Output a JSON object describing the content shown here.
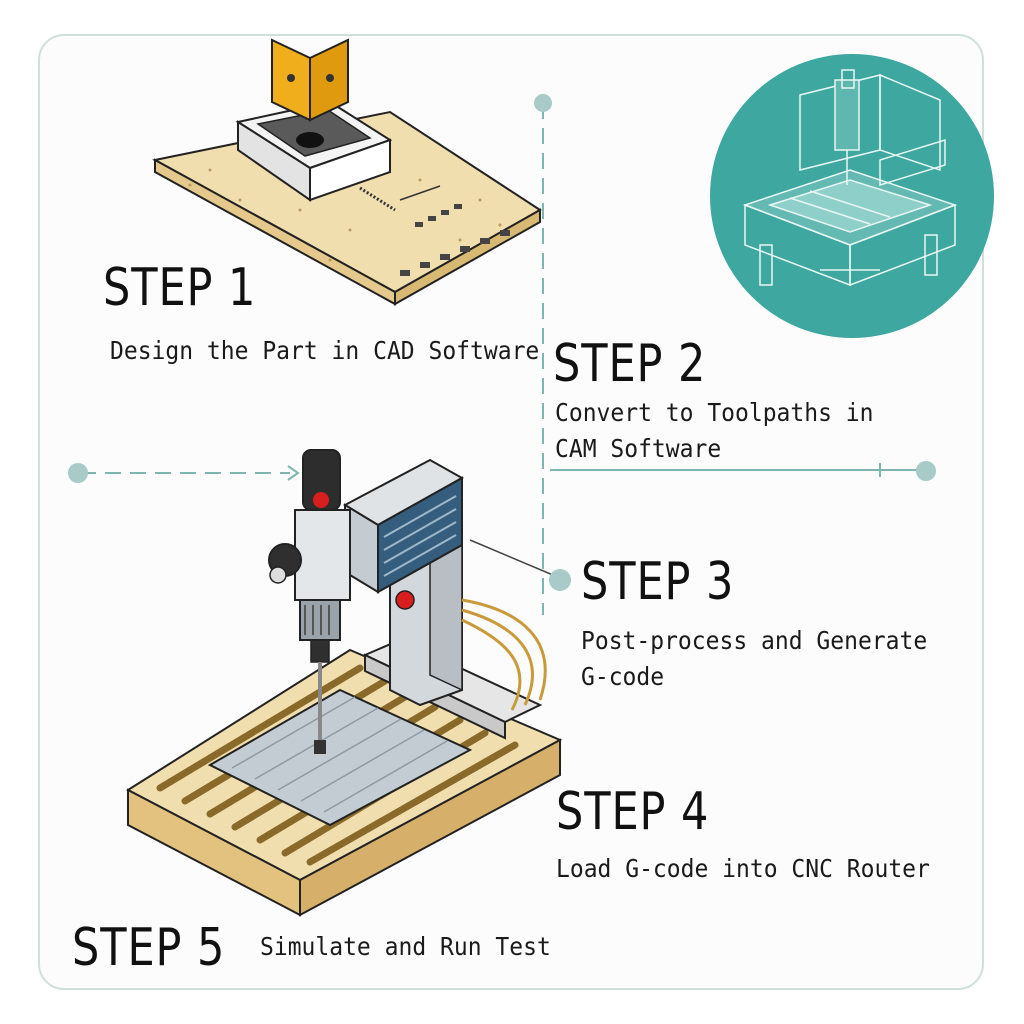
{
  "steps": [
    {
      "title": "STEP 1",
      "description": "Design the Part in CAD Software"
    },
    {
      "title": "STEP 2",
      "description": "Convert to Toolpaths in CAM Software"
    },
    {
      "title": "STEP 3",
      "description": "Post-process and Generate G-code"
    },
    {
      "title": "STEP 4",
      "description": "Load G-code into CNC Router"
    },
    {
      "title": "STEP 5",
      "description": "Simulate and Run Test"
    }
  ],
  "colors": {
    "frame_border": "#cfe0dc",
    "teal_circle": "#3ea79f",
    "connector": "#7fb5b0",
    "wood": "#f1deaf",
    "wood_slot": "#8a6a2a",
    "accent_orange": "#f0ad1c",
    "accent_red": "#d81e1e",
    "machine_blue": "#355e7e",
    "machine_gray": "#c9ced3"
  },
  "icons": [
    "cad-board-illustration",
    "cam-machine-illustration",
    "cnc-drill-press-illustration"
  ]
}
